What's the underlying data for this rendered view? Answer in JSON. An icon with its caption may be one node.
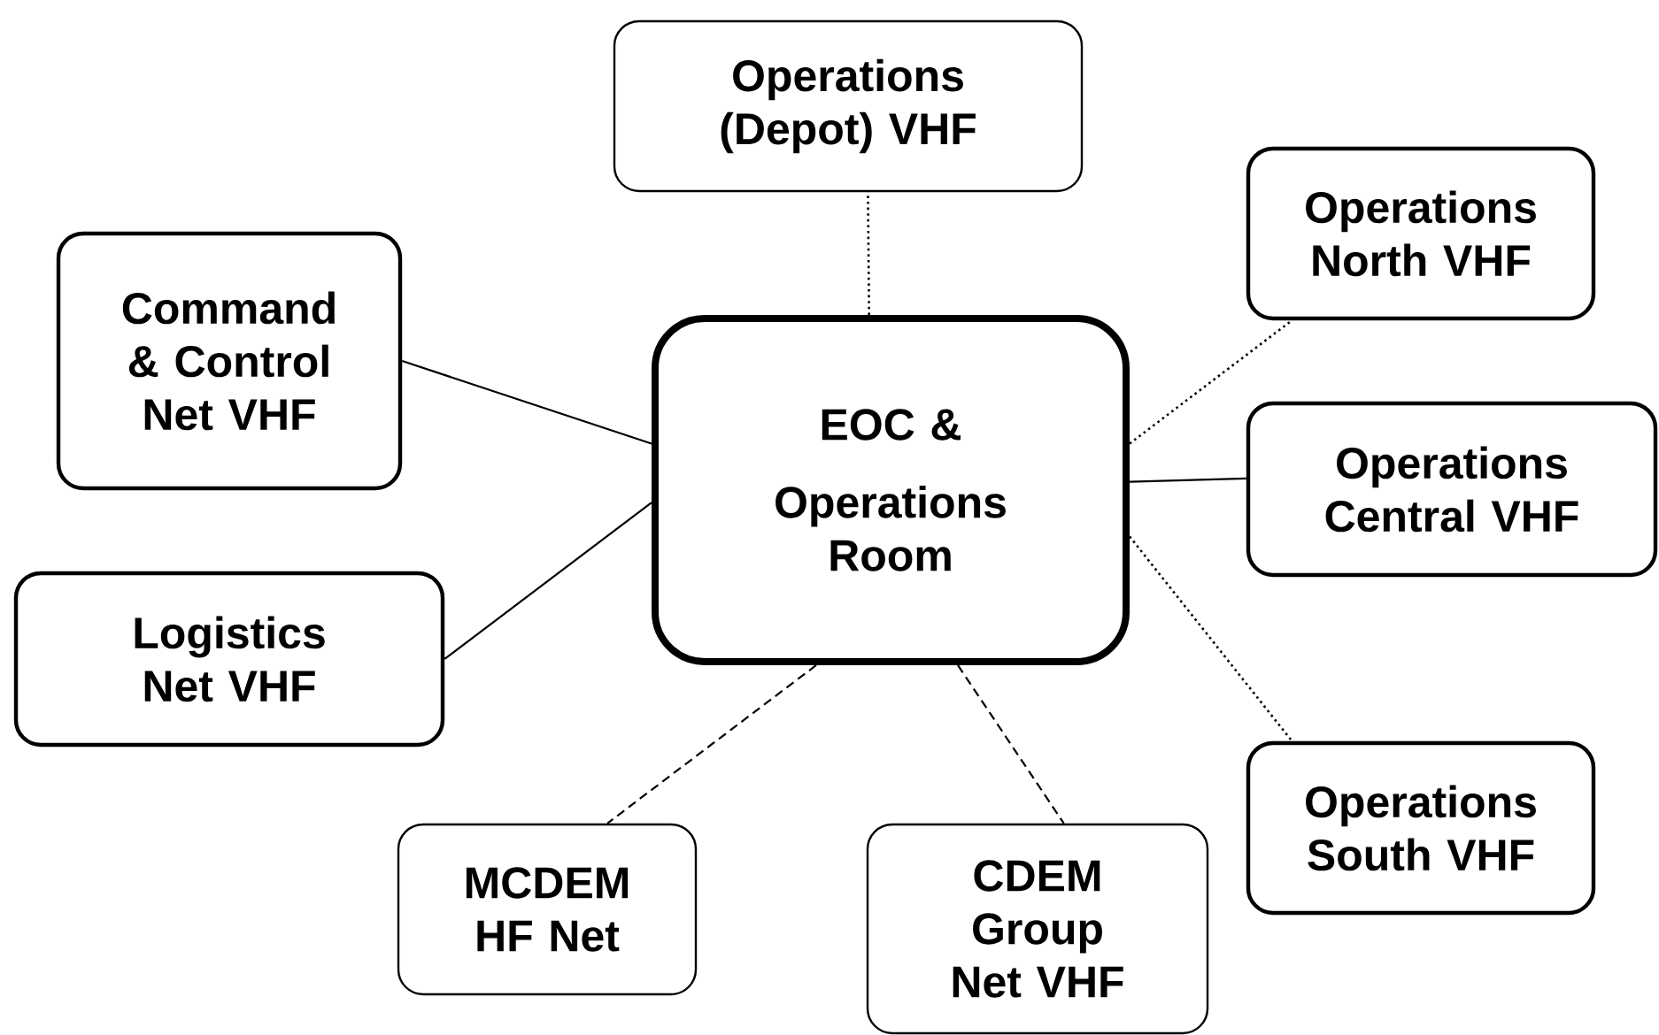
{
  "diagram": {
    "nodes": [
      {
        "text": [
          "EOC &",
          "Operations Room"
        ]
      },
      {
        "text": [
          "Operations (Depot) VHF"
        ]
      },
      {
        "text": [
          "Operations North VHF"
        ]
      },
      {
        "text": [
          "Command & Control Net VHF"
        ]
      },
      {
        "text": [
          "Operations Central VHF"
        ]
      },
      {
        "text": [
          "Logistics Net VHF"
        ]
      },
      {
        "text": [
          "Operations South VHF"
        ]
      },
      {
        "text": [
          "MCDEM HF Net"
        ]
      },
      {
        "text": [
          "CDEM Group Net VHF"
        ]
      }
    ],
    "edges": [
      {
        "from": 0,
        "to": 1,
        "arrow": "none",
        "style": "dashed"
      },
      {
        "from": 0,
        "to": 2,
        "arrow": "none",
        "style": "dashed"
      },
      {
        "from": 0,
        "to": 3,
        "arrow": "none"
      },
      {
        "from": 0,
        "to": 4,
        "arrow": "none"
      },
      {
        "from": 0,
        "to": 5,
        "arrow": "none"
      },
      {
        "from": 0,
        "to": 6,
        "arrow": "none",
        "style": "dashed"
      },
      {
        "from": 0,
        "to": 7,
        "arrow": "none",
        "style": "dashed"
      },
      {
        "from": 0,
        "to": 8,
        "arrow": "none",
        "style": "dashed"
      }
    ]
  }
}
